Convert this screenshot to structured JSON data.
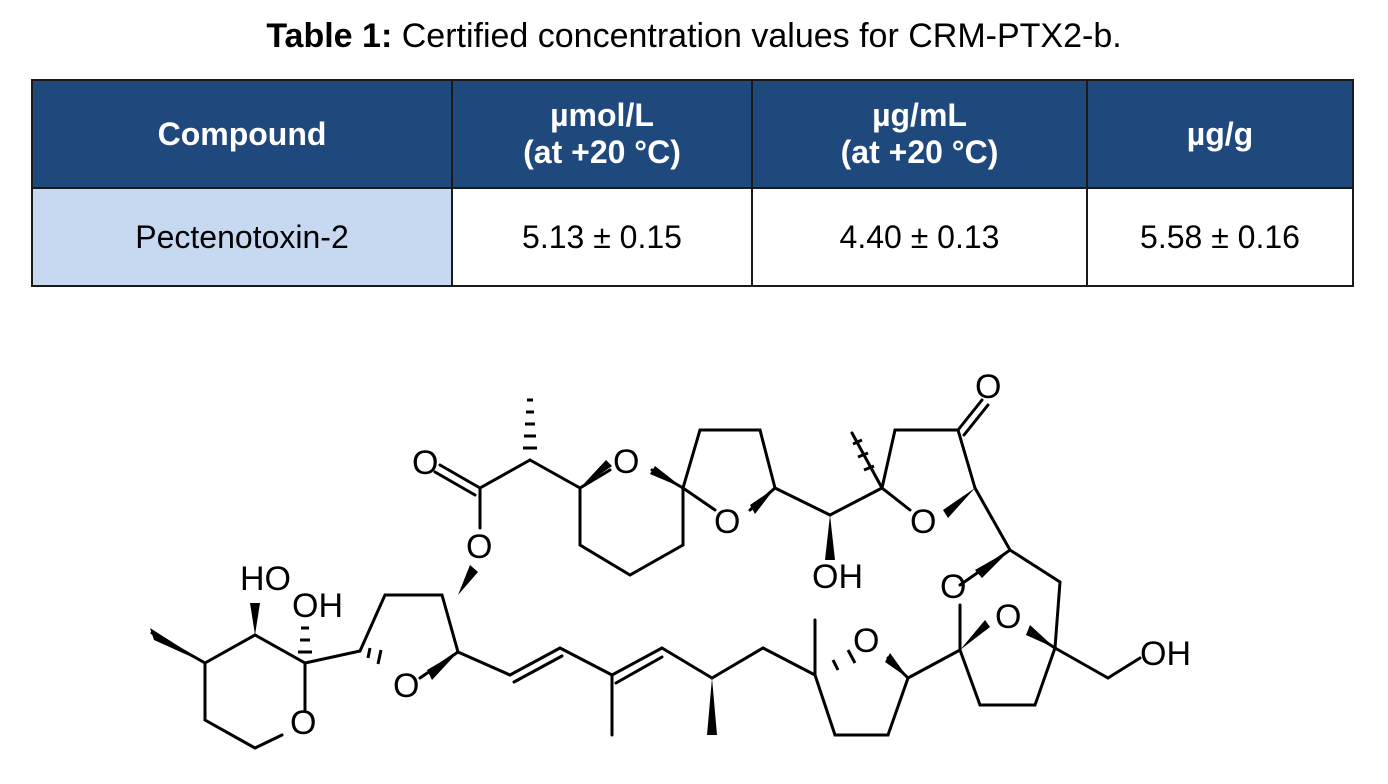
{
  "caption": {
    "label": "Table 1:",
    "text": " Certified concentration values for CRM-PTX2-b."
  },
  "table": {
    "headers": [
      {
        "line1": "Compound",
        "line2": ""
      },
      {
        "line1": "µmol/L",
        "line2": "(at +20 °C)"
      },
      {
        "line1": "µg/mL",
        "line2": "(at +20 °C)"
      },
      {
        "line1": "µg/g",
        "line2": ""
      }
    ],
    "rows": [
      {
        "compound": "Pectenotoxin-2",
        "umol_per_L": "5.13 ± 0.15",
        "ug_per_mL": "4.40 ± 0.13",
        "ug_per_g": "5.58 ± 0.16"
      }
    ]
  },
  "structure": {
    "atom_labels": {
      "o_carbonyl_left": "O",
      "o_pyran": "O",
      "o_carbonyl_right": "O",
      "o_thf1": "O",
      "o_thf2": "O",
      "o_ester": "O",
      "oh_mid": "OH",
      "ho_left": "HO",
      "oh_left": "OH",
      "o_bridge1": "O",
      "o_bridge2": "O",
      "o_thf3": "O",
      "o_thf_bottom": "O",
      "o_ring_left": "O",
      "oh_right": "OH"
    }
  }
}
